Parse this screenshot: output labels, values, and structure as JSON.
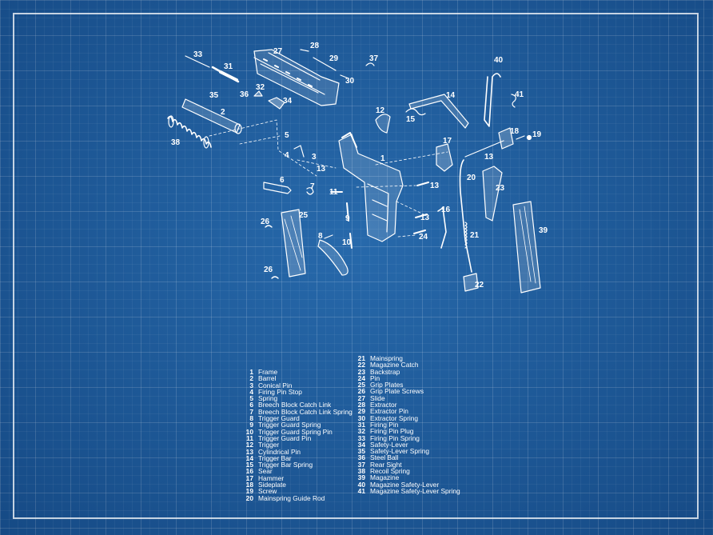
{
  "parts": [
    {
      "n": "1",
      "name": "Frame"
    },
    {
      "n": "2",
      "name": "Barrel"
    },
    {
      "n": "3",
      "name": "Conical Pin"
    },
    {
      "n": "4",
      "name": "Firing Pin Stop"
    },
    {
      "n": "5",
      "name": "Spring"
    },
    {
      "n": "6",
      "name": "Breech Block Catch Link"
    },
    {
      "n": "7",
      "name": "Breech Block Catch Link Spring"
    },
    {
      "n": "8",
      "name": "Trigger Guard"
    },
    {
      "n": "9",
      "name": "Trigger Guard Spring"
    },
    {
      "n": "10",
      "name": "Trigger Guard Spring Pin"
    },
    {
      "n": "11",
      "name": "Trigger Guard Pin"
    },
    {
      "n": "12",
      "name": "Trigger"
    },
    {
      "n": "13",
      "name": "Cylindrical Pin"
    },
    {
      "n": "14",
      "name": "Trigger Bar"
    },
    {
      "n": "15",
      "name": "Trigger Bar Spring"
    },
    {
      "n": "16",
      "name": "Sear"
    },
    {
      "n": "17",
      "name": "Hammer"
    },
    {
      "n": "18",
      "name": "Sideplate"
    },
    {
      "n": "19",
      "name": "Screw"
    },
    {
      "n": "20",
      "name": "Mainspring Guide Rod"
    },
    {
      "n": "21",
      "name": "Mainspring"
    },
    {
      "n": "22",
      "name": "Magazine Catch"
    },
    {
      "n": "23",
      "name": "Backstrap"
    },
    {
      "n": "24",
      "name": "Pin"
    },
    {
      "n": "25",
      "name": "Grip Plates"
    },
    {
      "n": "26",
      "name": "Grip Plate Screws"
    },
    {
      "n": "27",
      "name": "Slide"
    },
    {
      "n": "28",
      "name": "Extractor"
    },
    {
      "n": "29",
      "name": "Extractor Pin"
    },
    {
      "n": "30",
      "name": "Extractor Spring"
    },
    {
      "n": "31",
      "name": "Firing Pin"
    },
    {
      "n": "32",
      "name": "Firing Pin Plug"
    },
    {
      "n": "33",
      "name": "Firing Pin Spring"
    },
    {
      "n": "34",
      "name": "Safety-Lever"
    },
    {
      "n": "35",
      "name": "Safety-Lever Spring"
    },
    {
      "n": "36",
      "name": "Steel Ball"
    },
    {
      "n": "37",
      "name": "Rear Sight"
    },
    {
      "n": "38",
      "name": "Recoil Spring"
    },
    {
      "n": "39",
      "name": "Magazine"
    },
    {
      "n": "40",
      "name": "Magazine Safety-Lever"
    },
    {
      "n": "41",
      "name": "Magazine Safety-Lever Spring"
    }
  ],
  "colors": {
    "background": "#1c5c9c",
    "ink": "#ffffff"
  }
}
